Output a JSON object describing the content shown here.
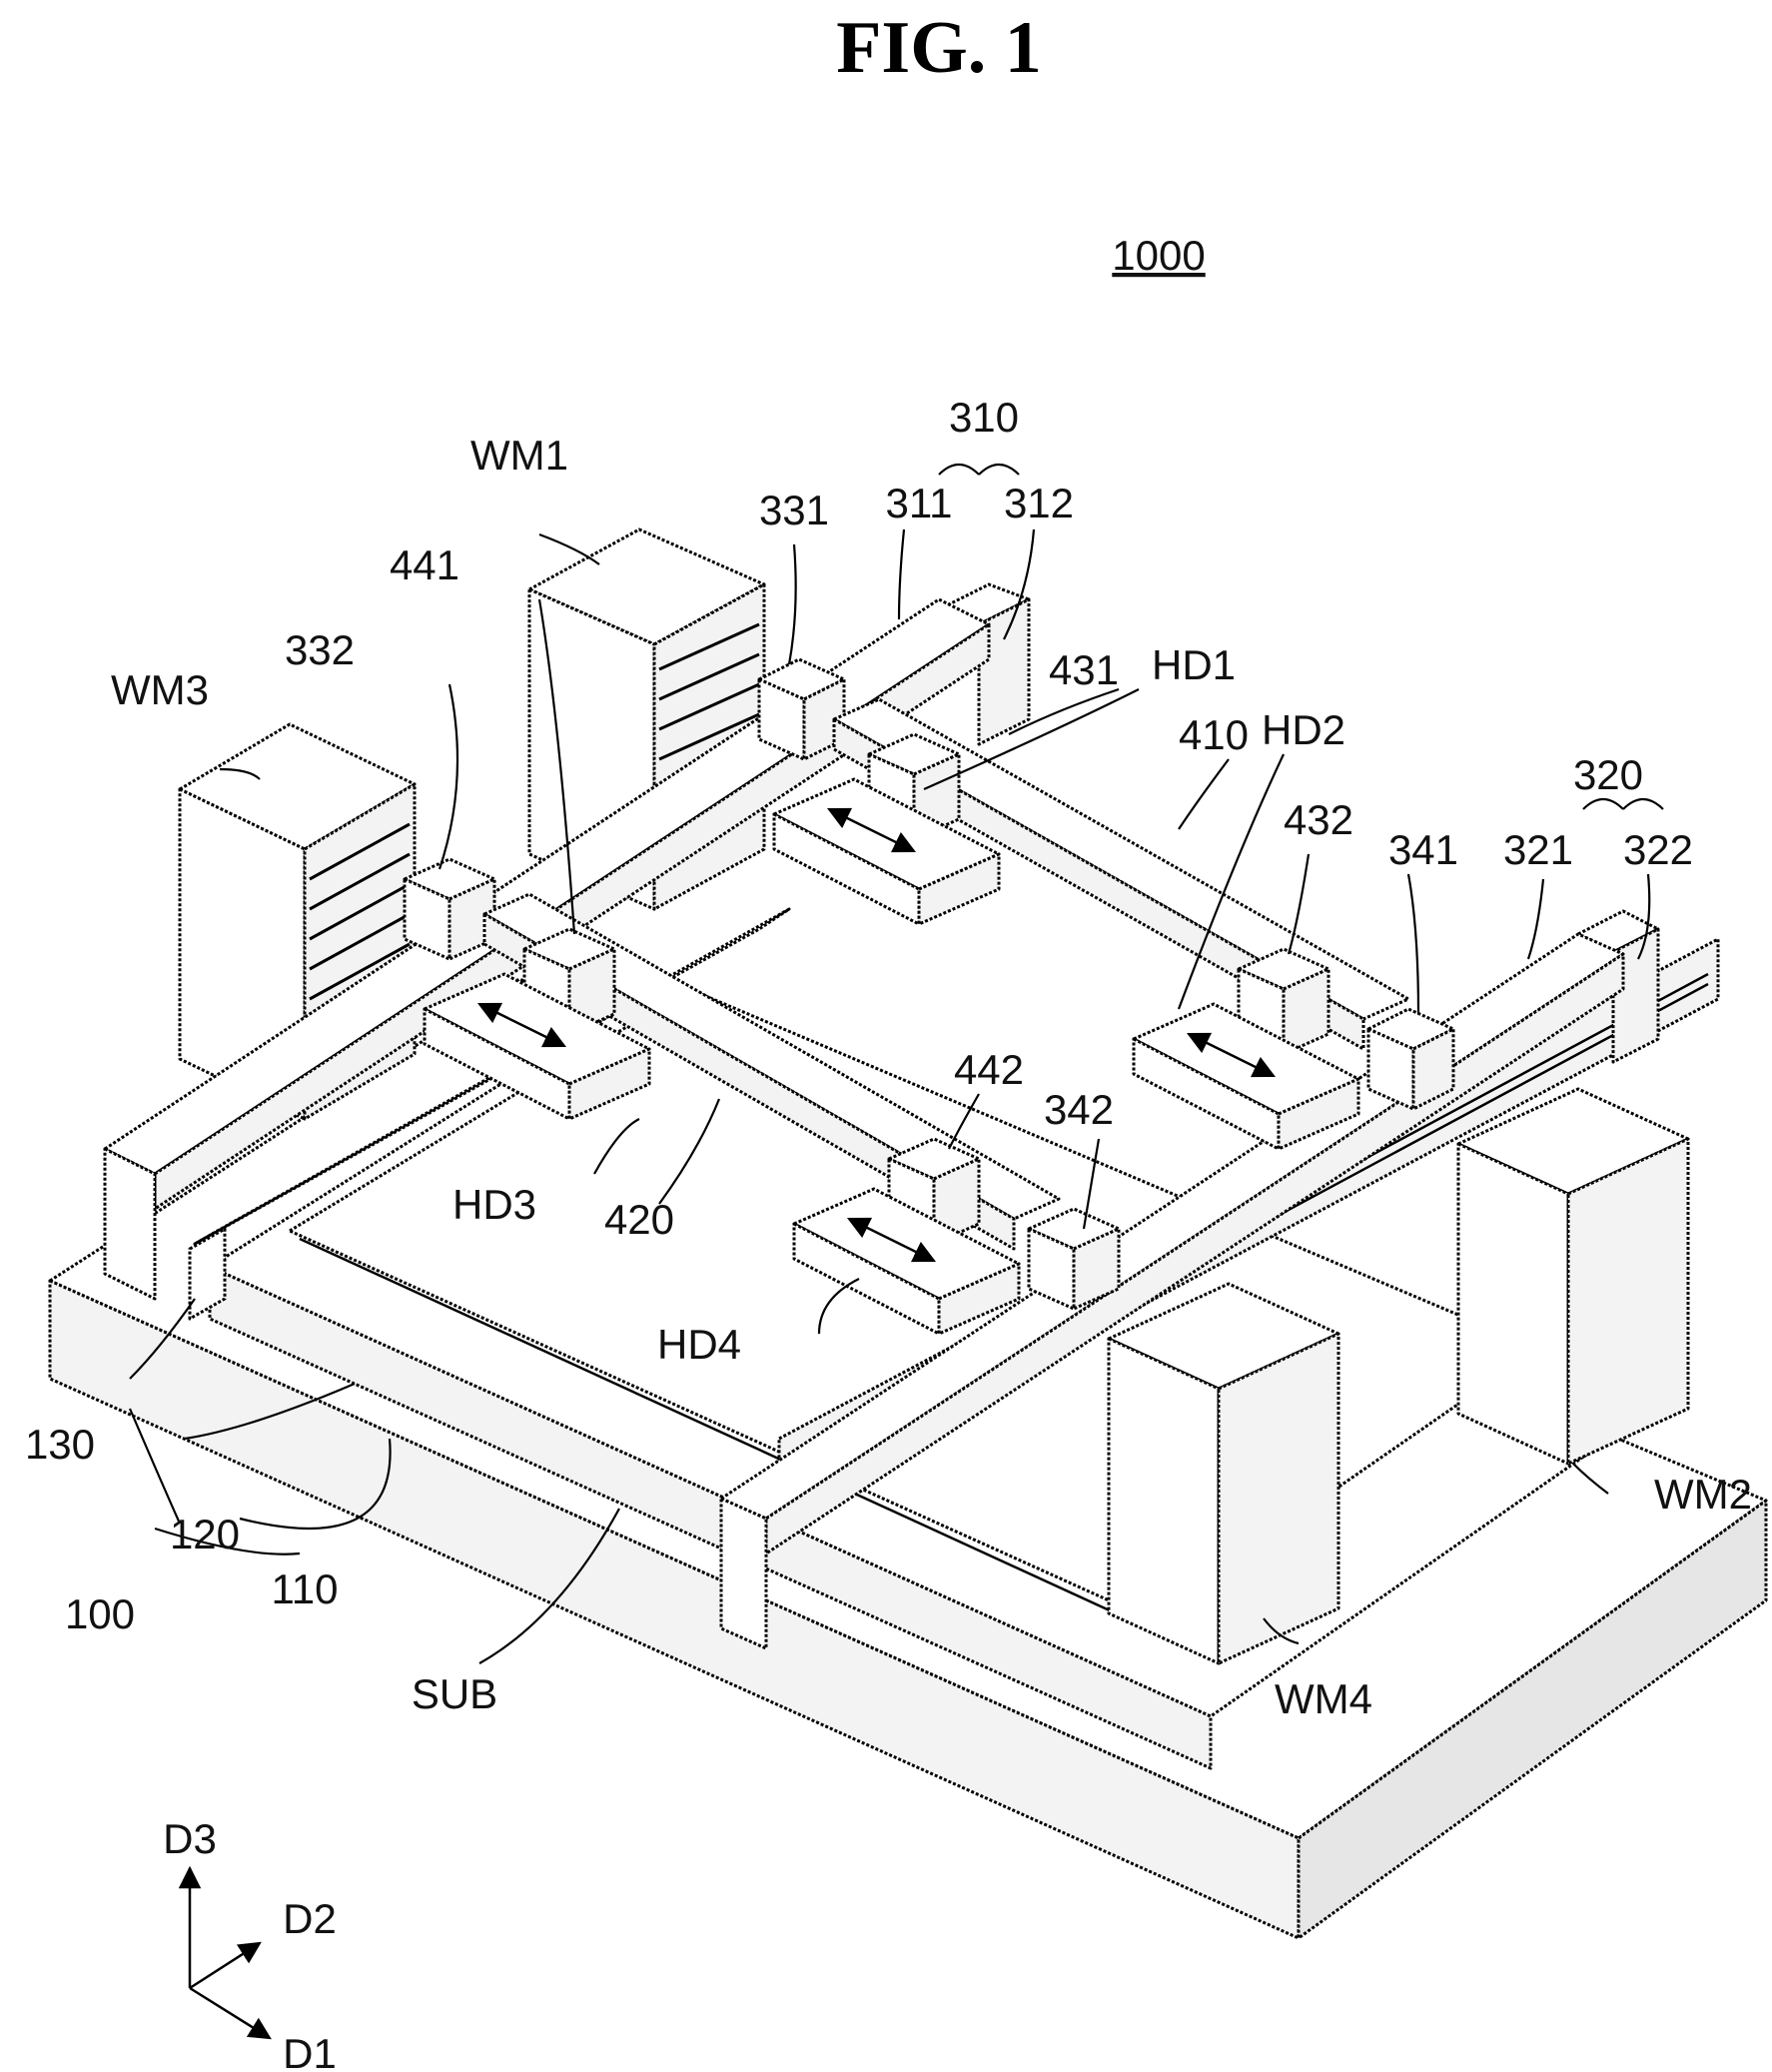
{
  "figure": {
    "title": "FIG. 1",
    "reference": "1000"
  },
  "labels": {
    "l310": "310",
    "l311": "311",
    "l312": "312",
    "l320": "320",
    "l321": "321",
    "l322": "322",
    "l331": "331",
    "l332": "332",
    "l341": "341",
    "l342": "342",
    "l410": "410",
    "l420": "420",
    "l431": "431",
    "l432": "432",
    "l441": "441",
    "l442": "442",
    "hd1": "HD1",
    "hd2": "HD2",
    "hd3": "HD3",
    "hd4": "HD4",
    "wm1": "WM1",
    "wm2": "WM2",
    "wm3": "WM3",
    "wm4": "WM4",
    "l100": "100",
    "l110": "110",
    "l120": "120",
    "l130": "130",
    "sub": "SUB"
  },
  "axes": {
    "d1": "D1",
    "d2": "D2",
    "d3": "D3"
  }
}
